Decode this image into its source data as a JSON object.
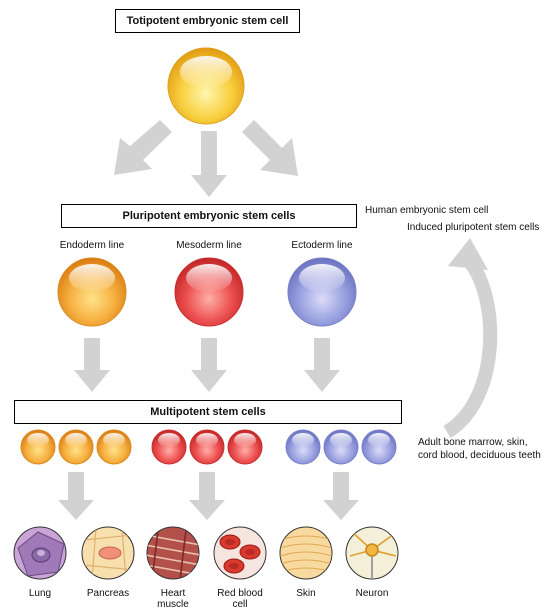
{
  "title_box": "Totipotent embryonic stem cell",
  "pluripotent_box": "Pluripotent embryonic stem cells",
  "multipotent_box": "Multipotent stem cells",
  "lines": {
    "endoderm": "Endoderm line",
    "mesoderm": "Mesoderm line",
    "ectoderm": "Ectoderm line"
  },
  "side_notes": {
    "human_embryonic": "Human embryonic stem cell",
    "induced": "Induced pluripotent stem cells",
    "adult_line1": "Adult bone marrow, skin,",
    "adult_line2": "cord blood, deciduous teeth"
  },
  "cells": {
    "lung": "Lung",
    "pancreas": "Pancreas",
    "heart_l1": "Heart",
    "heart_l2": "muscle",
    "rbc_l1": "Red blood",
    "rbc_l2": "cell",
    "skin": "Skin",
    "neuron": "Neuron"
  },
  "colors": {
    "yellow": "#f5c030",
    "orange": "#f2a43a",
    "red": "#e84848",
    "blue": "#8a93d8",
    "arrow": "#d2d2d2"
  }
}
